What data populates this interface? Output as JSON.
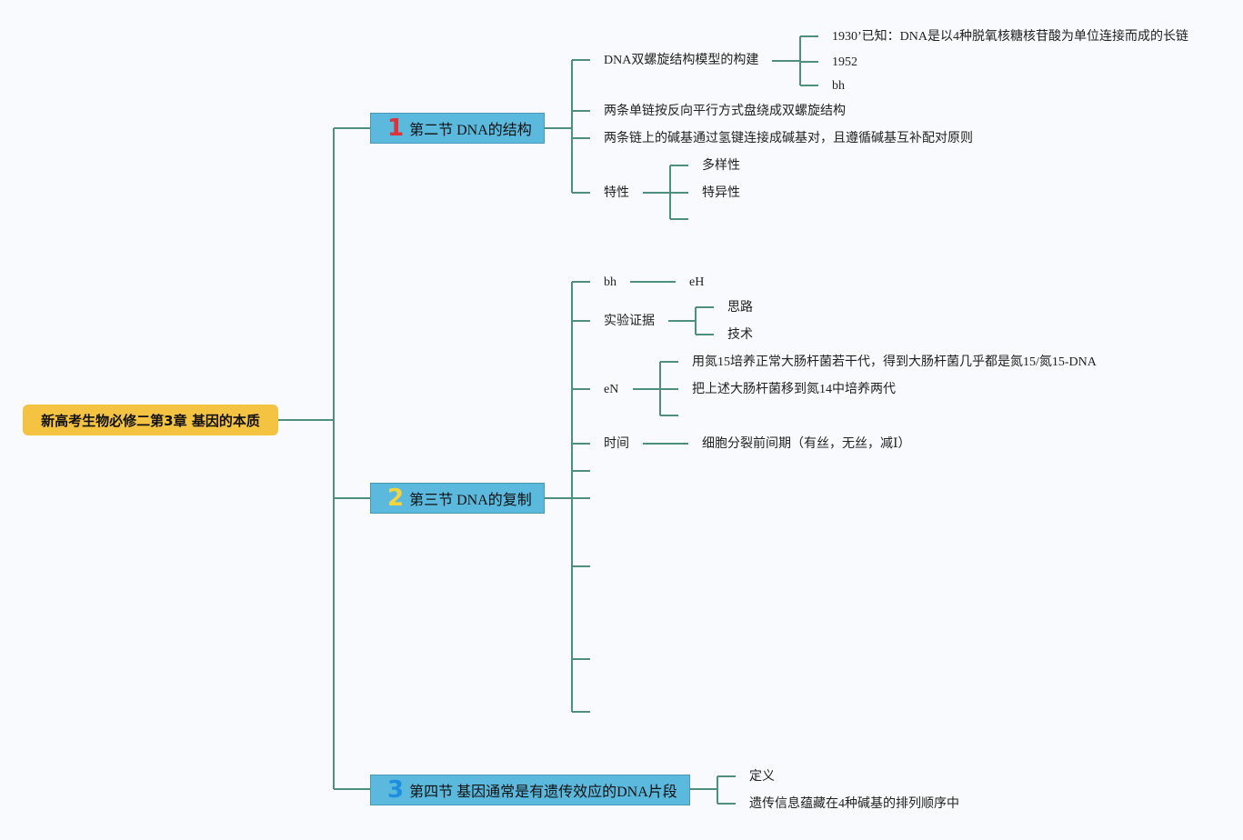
{
  "root": "新高考生物必修二第3章 基因的本质",
  "colors": {
    "line": "#4e8f80",
    "root": "#f5c342",
    "section": "#5ab9dd",
    "num1": "#e0303a",
    "num2": "#f5d43c",
    "num3": "#1e8fe0"
  },
  "sections": [
    {
      "num": "1",
      "title": "第二节 DNA的结构",
      "children": {
        "model": "DNA双螺旋结构模型的构建",
        "model_items": [
          "1930’已知：DNA是以4种脱氧核糖核苷酸为单位连接而成的长链",
          "1952",
          "bh"
        ],
        "c2": "两条单链按反向平行方式盘绕成双螺旋结构",
        "c3": "两条链上的碱基通过氢键连接成碱基对，且遵循碱基互补配对原则",
        "trait": "特性",
        "trait_items": [
          "多样性",
          "特异性"
        ]
      }
    },
    {
      "num": "2",
      "title": "第三节 DNA的复制",
      "children": {
        "bh": "bh",
        "bh_item": "eH",
        "exp": "实验证据",
        "exp_items": [
          "思路",
          "技术"
        ],
        "eN": "eN",
        "eN_items": [
          "用氮15培养正常大肠杆菌若干代，得到大肠杆菌几乎都是氮15/氮15-DNA",
          "把上述大肠杆菌移到氮14中培养两代"
        ],
        "time": "时间",
        "time_item": "细胞分裂前间期（有丝，无丝，减Ⅰ）"
      }
    },
    {
      "num": "3",
      "title": "第四节 基因通常是有遗传效应的DNA片段",
      "children": {
        "items": [
          "定义",
          "遗传信息蕴藏在4种碱基的排列顺序中"
        ]
      }
    }
  ]
}
